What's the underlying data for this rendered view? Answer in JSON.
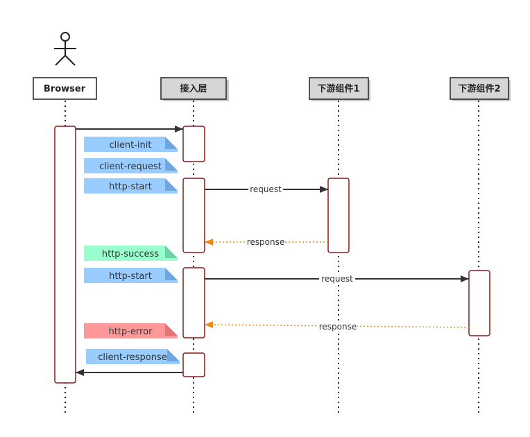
{
  "participants": [
    {
      "id": "browser",
      "label": "Browser",
      "style": "white"
    },
    {
      "id": "access",
      "label": "接入层",
      "style": "gray"
    },
    {
      "id": "down1",
      "label": "下游组件1",
      "style": "gray"
    },
    {
      "id": "down2",
      "label": "下游组件2",
      "style": "gray"
    }
  ],
  "notes": [
    {
      "label": "client-init",
      "color": "#99ccff"
    },
    {
      "label": "client-request",
      "color": "#99ccff"
    },
    {
      "label": "http-start",
      "color": "#99ccff"
    },
    {
      "label": "http-success",
      "color": "#99ffcc"
    },
    {
      "label": "http-start",
      "color": "#99ccff"
    },
    {
      "label": "http-error",
      "color": "#ff9999"
    },
    {
      "label": "client-response",
      "color": "#99ccff"
    }
  ],
  "messages": [
    {
      "label": "",
      "kind": "solid"
    },
    {
      "label": "request",
      "kind": "solid"
    },
    {
      "label": "response",
      "kind": "dotted"
    },
    {
      "label": "request",
      "kind": "solid"
    },
    {
      "label": "response",
      "kind": "dotted"
    },
    {
      "label": "",
      "kind": "solid"
    }
  ],
  "colors": {
    "activation_border": "#8b1a1a",
    "solid_arrow": "#333333",
    "dotted_arrow": "#e98a1c",
    "lifeline": "#222222",
    "gray_box": "#d6d6d6"
  }
}
